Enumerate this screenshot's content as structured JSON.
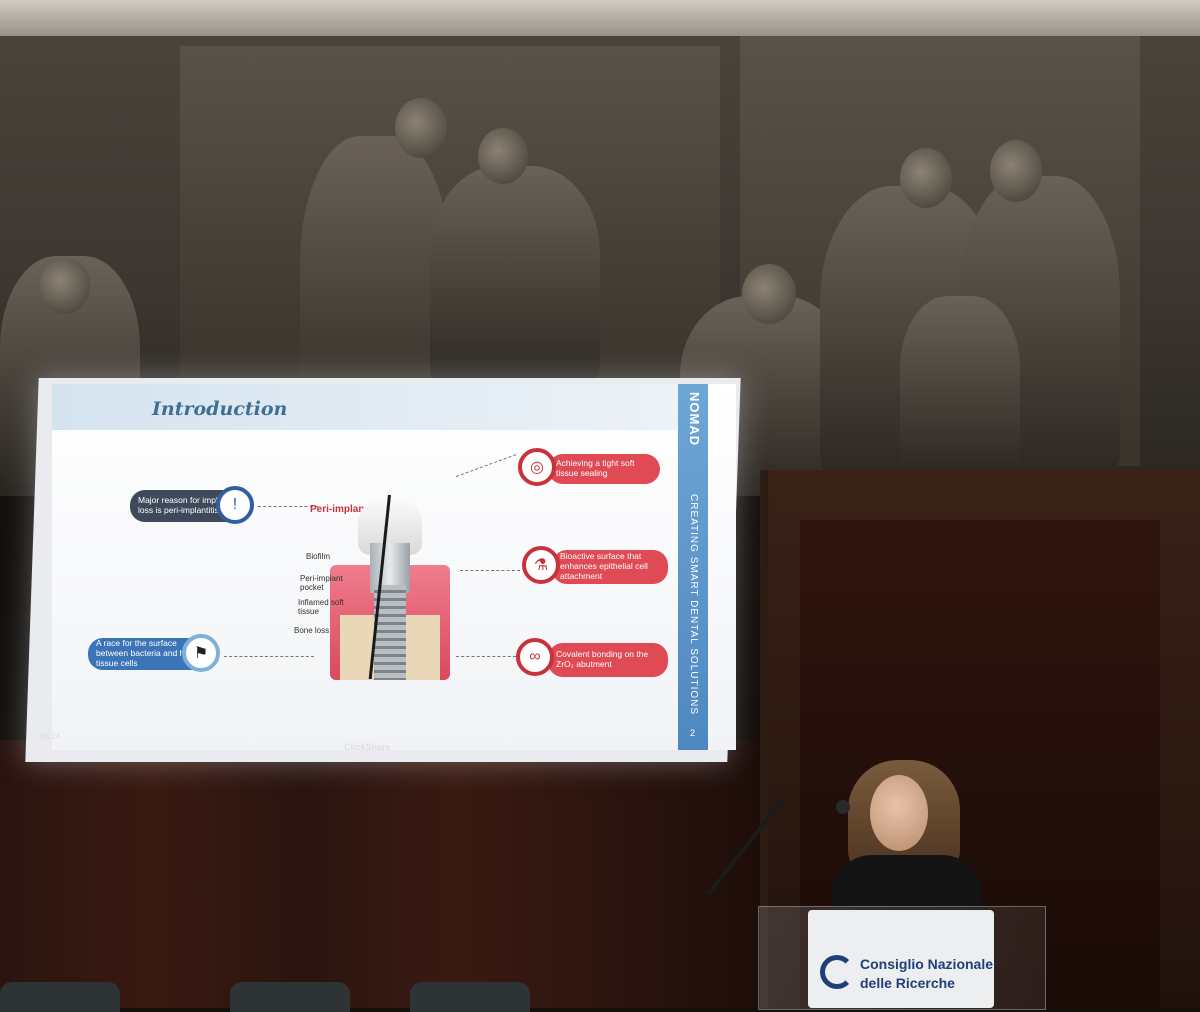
{
  "slide": {
    "title": "Introduction",
    "brand": "NOMAD",
    "tagline": "CREATING SMART DENTAL SOLUTIONS",
    "page_number": "2",
    "peri_label": "Peri-implantitis",
    "left_items": [
      {
        "text": "Major reason for implant loss is peri-implantitis",
        "icon": "exclamation-icon"
      },
      {
        "text": "A race for the surface between bacteria and host tissue cells",
        "icon": "checkered-flags-icon"
      }
    ],
    "right_items": [
      {
        "text": "Achieving a tight soft tissue sealing",
        "icon": "target-icon"
      },
      {
        "text": "Bioactive surface that enhances epithelial cell attachment",
        "icon": "flask-icon"
      },
      {
        "text": "Covalent bonding on the ZrO₂ abutment",
        "icon": "bond-icon"
      }
    ],
    "diagram_labels": [
      "Biofilm",
      "Peri-implant pocket",
      "Inflamed soft tissue",
      "Bone loss"
    ]
  },
  "osd": {
    "time": "08:24",
    "clickshare": "ClickShare"
  },
  "podium_sign": {
    "line1": "Consiglio Nazionale",
    "line2": "delle Ricerche"
  },
  "colors": {
    "accent_red": "#e04a55",
    "accent_blue": "#3c74b8",
    "title_blue": "#3f6f93",
    "cnr_blue": "#1f3f7a"
  }
}
